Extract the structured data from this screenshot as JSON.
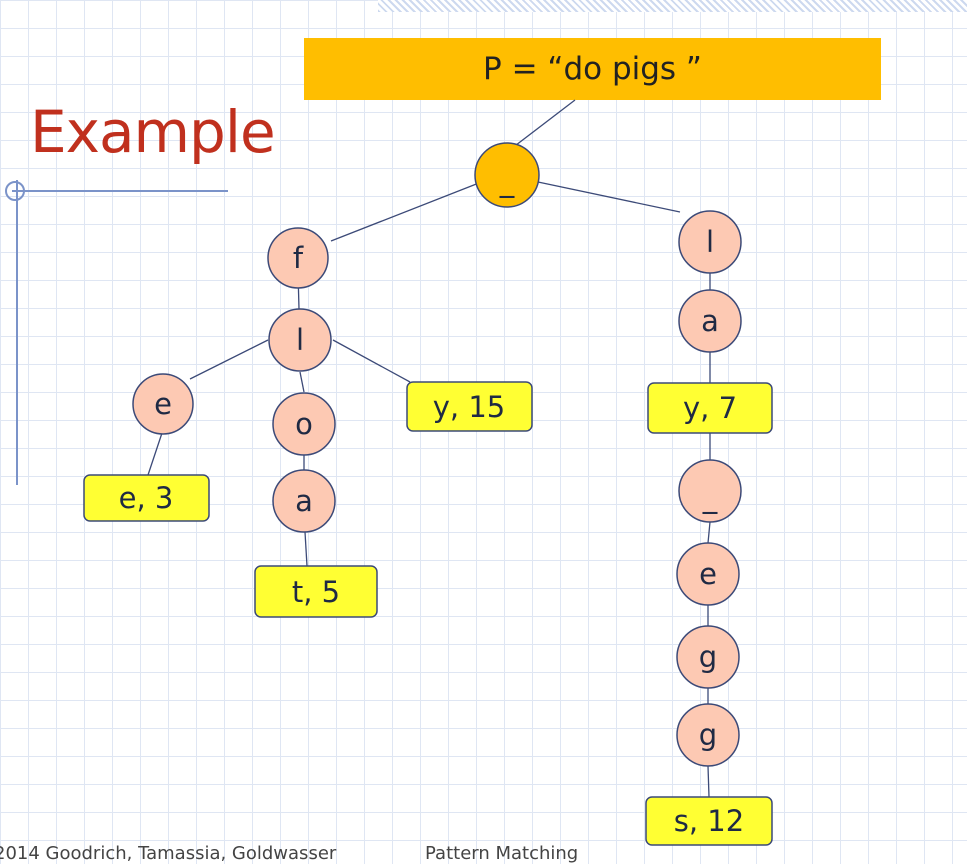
{
  "title": "Example",
  "pattern": "P = “do pigs ”",
  "footer": {
    "left": "2014 Goodrich, Tamassia, Goldwasser",
    "center": "Pattern Matching"
  },
  "colors": {
    "title": "#c0301e",
    "pattern_box": "#ffbe00",
    "root_node": "#ffbe00",
    "node_fill": "#fdc9b3",
    "leaf_fill": "#ffff33",
    "stroke": "#3c4a78"
  },
  "tree": {
    "root": {
      "label": "_",
      "highlight": true
    },
    "nodes": [
      {
        "id": "f",
        "label": "f"
      },
      {
        "id": "fl",
        "label": "l"
      },
      {
        "id": "fle",
        "label": "e"
      },
      {
        "id": "flo",
        "label": "o"
      },
      {
        "id": "floa",
        "label": "a"
      },
      {
        "id": "l",
        "label": "l"
      },
      {
        "id": "la",
        "label": "a"
      },
      {
        "id": "lay_",
        "label": "_"
      },
      {
        "id": "lay_e",
        "label": "e"
      },
      {
        "id": "lay_eg",
        "label": "g"
      },
      {
        "id": "lay_egg",
        "label": "g"
      }
    ],
    "leaves": [
      {
        "id": "flee",
        "label": "e, 3"
      },
      {
        "id": "float",
        "label": "t, 5"
      },
      {
        "id": "fly",
        "label": "y, 15"
      },
      {
        "id": "lay",
        "label": "y, 7"
      },
      {
        "id": "eggs",
        "label": "s, 12"
      }
    ]
  }
}
